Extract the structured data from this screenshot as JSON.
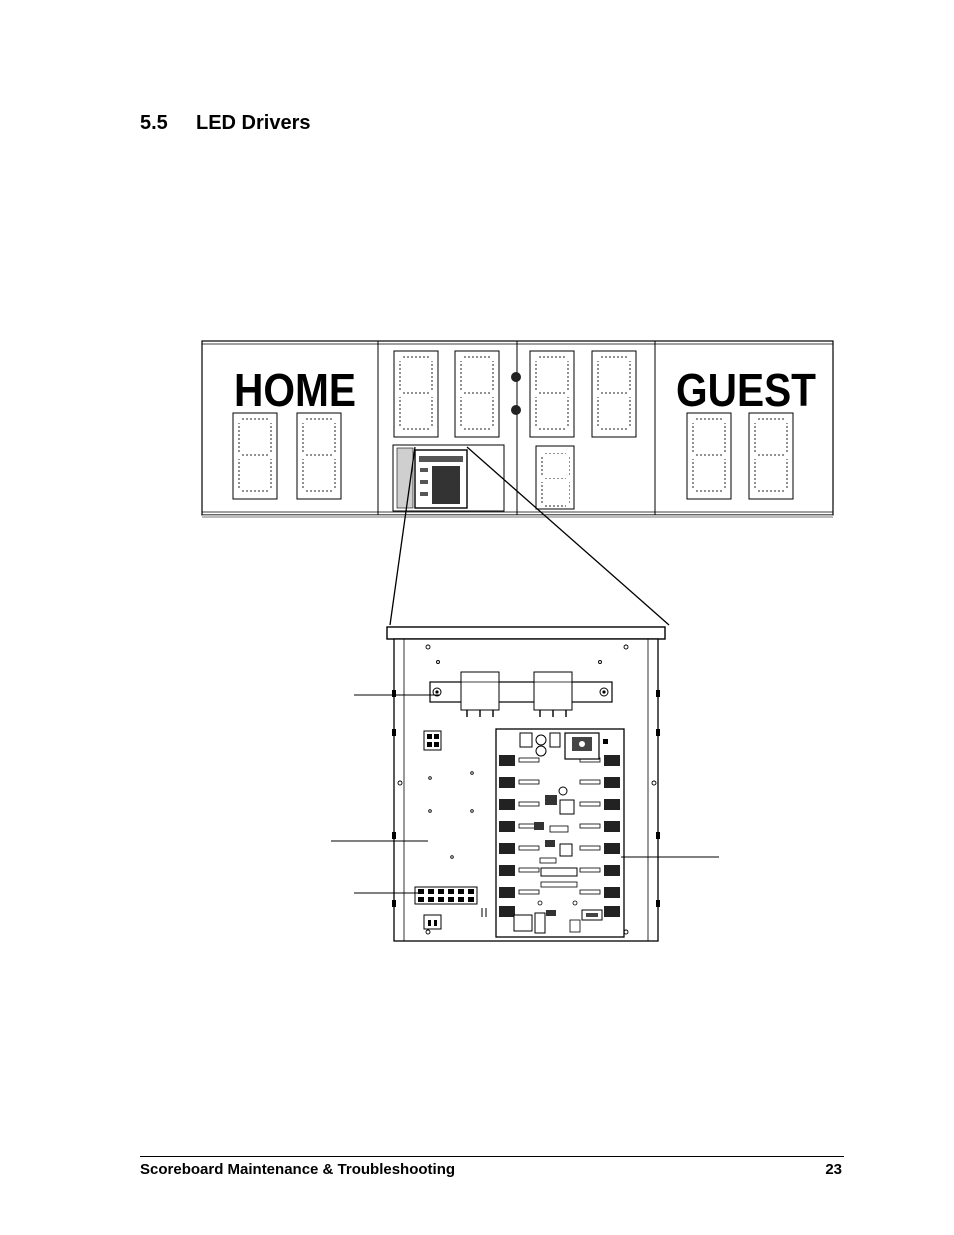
{
  "heading": {
    "number": "5.5",
    "title": "LED Drivers"
  },
  "scoreboard": {
    "home_label": "HOME",
    "guest_label": "GUEST"
  },
  "footer": {
    "title": "Scoreboard Maintenance & Troubleshooting",
    "page_number": "23"
  }
}
